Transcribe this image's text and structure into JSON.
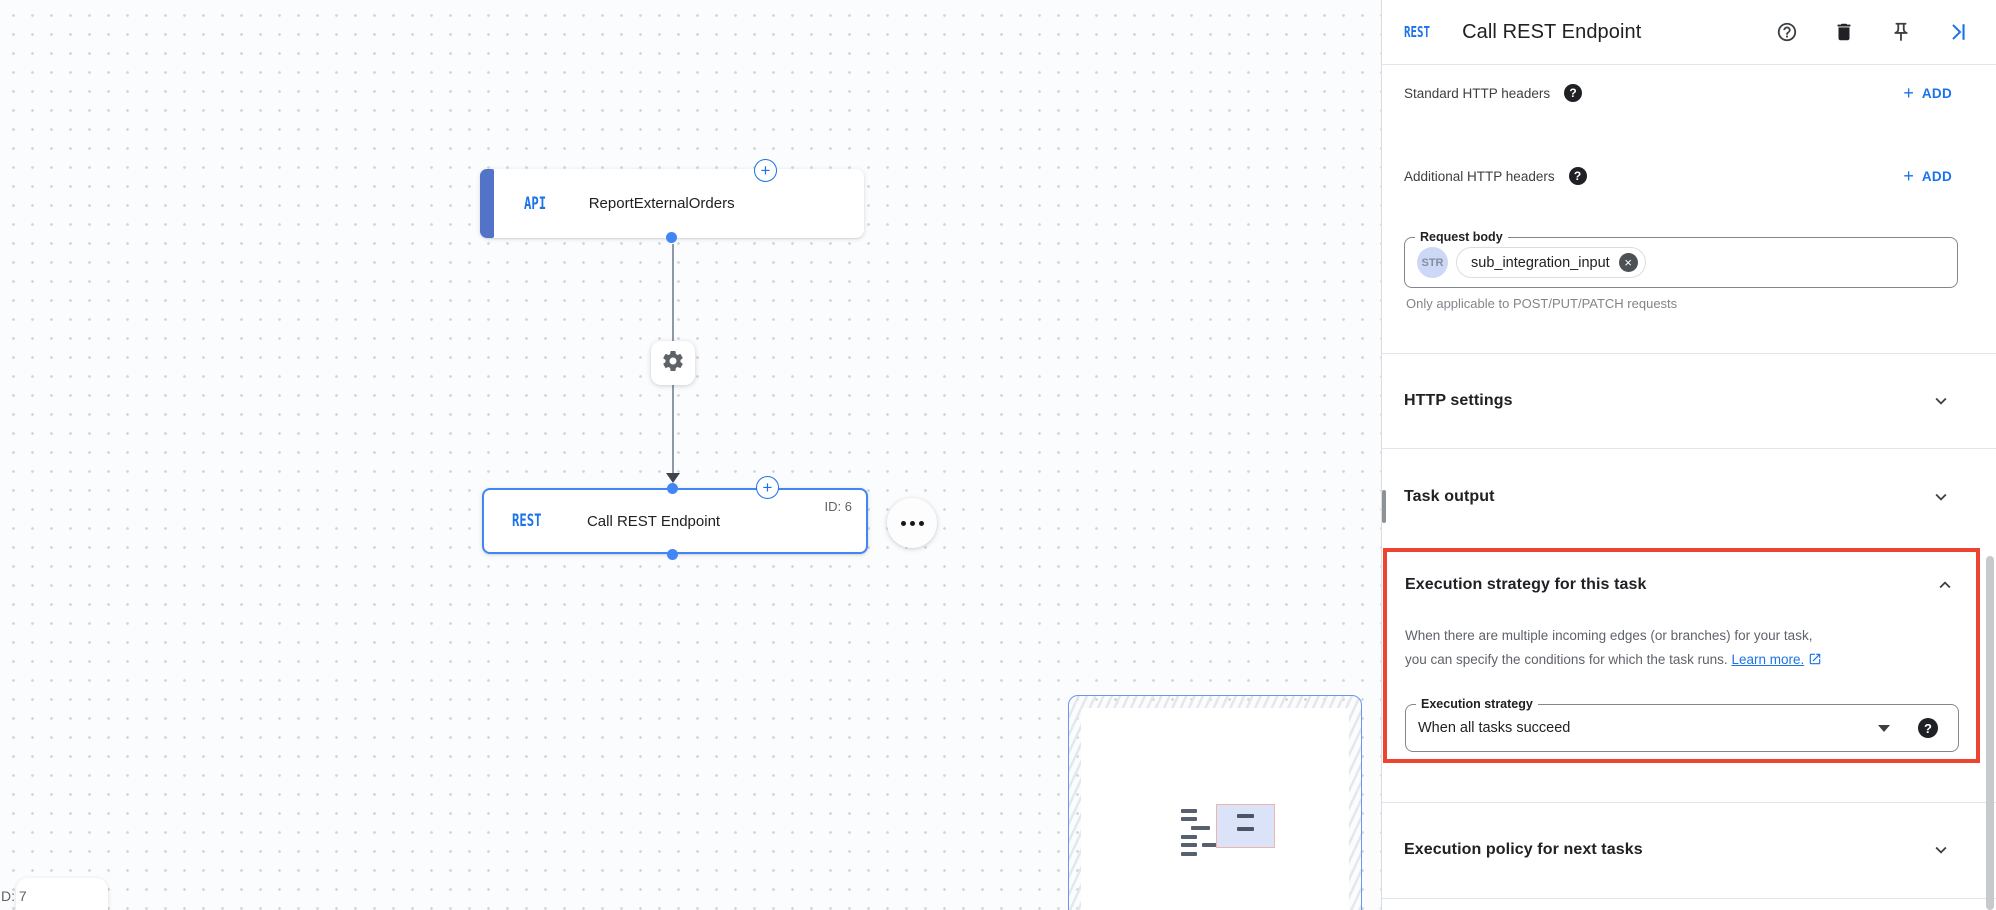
{
  "colors": {
    "accent": "#1a73e8",
    "highlight": "#ec4430"
  },
  "icons": {
    "help_glyph": "?",
    "plus_glyph": "+",
    "close_glyph": "×"
  },
  "canvas": {
    "api_node": {
      "badge": "API",
      "label": "ReportExternalOrders"
    },
    "rest_node": {
      "badge": "REST",
      "label": "Call REST Endpoint",
      "id_label": "ID: 6"
    },
    "partial_node": {
      "id_label": "D: 7"
    }
  },
  "panel": {
    "header": {
      "badge": "REST",
      "title": "Call REST Endpoint"
    },
    "standard_headers": {
      "label": "Standard HTTP headers",
      "add_label": "ADD"
    },
    "additional_headers": {
      "label": "Additional HTTP headers",
      "add_label": "ADD"
    },
    "request_body": {
      "label": "Request body",
      "type_chip": "STR",
      "value_chip": "sub_integration_input",
      "helper": "Only applicable to POST/PUT/PATCH requests"
    },
    "http_settings": {
      "title": "HTTP settings"
    },
    "task_output": {
      "title": "Task output"
    },
    "execution_strategy": {
      "title": "Execution strategy for this task",
      "description_line1": "When there are multiple incoming edges (or branches) for your task,",
      "description_line2": "you can specify the conditions for which the task runs.",
      "learn_more": "Learn more.",
      "field_label": "Execution strategy",
      "field_value": "When all tasks succeed"
    },
    "execution_policy": {
      "title": "Execution policy for next tasks"
    }
  }
}
